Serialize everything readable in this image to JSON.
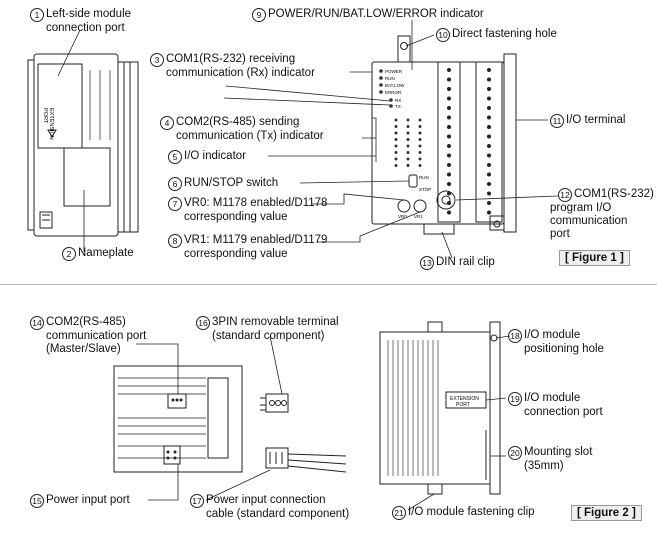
{
  "figure1": {
    "caption": "[ Figure 1 ]",
    "callouts": [
      {
        "num": "1",
        "lines": [
          "Left-side module",
          "connection port"
        ]
      },
      {
        "num": "2",
        "lines": [
          "Nameplate"
        ]
      },
      {
        "num": "3",
        "lines": [
          "COM1(RS-232) receiving",
          "communication (Rx) indicator"
        ]
      },
      {
        "num": "4",
        "lines": [
          "COM2(RS-485) sending",
          "communication (Tx) indicator"
        ]
      },
      {
        "num": "5",
        "lines": [
          "I/O indicator"
        ]
      },
      {
        "num": "6",
        "lines": [
          "RUN/STOP switch"
        ]
      },
      {
        "num": "7",
        "lines": [
          "VR0: M1178 enabled/D1178",
          "corresponding value"
        ]
      },
      {
        "num": "8",
        "lines": [
          "VR1: M1179 enabled/D1179",
          "corresponding value"
        ]
      },
      {
        "num": "9",
        "lines": [
          "POWER/RUN/BAT.LOW/ERROR indicator"
        ]
      },
      {
        "num": "10",
        "lines": [
          "Direct fastening hole"
        ]
      },
      {
        "num": "11",
        "lines": [
          "I/O terminal"
        ]
      },
      {
        "num": "12",
        "lines": [
          "COM1(RS-232)",
          "program I/O",
          "communication",
          "port"
        ]
      },
      {
        "num": "13",
        "lines": [
          "DIN rail clip"
        ]
      }
    ],
    "device_text": {
      "extension_port": [
        "EXTENSION",
        "PORT"
      ],
      "status_leds": [
        "POWER",
        "RUN",
        "BAT.LOW",
        "ERROR"
      ],
      "com_leds": [
        "RX",
        "TX"
      ],
      "pots": [
        "VR0",
        "VR1"
      ],
      "switch": [
        "RUN",
        "STOP"
      ]
    }
  },
  "figure2": {
    "caption": "[ Figure 2 ]",
    "callouts": [
      {
        "num": "14",
        "lines": [
          "COM2(RS-485)",
          "communication port",
          "(Master/Slave)"
        ]
      },
      {
        "num": "15",
        "lines": [
          "Power input port"
        ]
      },
      {
        "num": "16",
        "lines": [
          "3PIN removable terminal",
          "(standard component)"
        ]
      },
      {
        "num": "17",
        "lines": [
          "Power input connection",
          "cable (standard component)"
        ]
      },
      {
        "num": "18",
        "lines": [
          "I/O module",
          "positioning hole"
        ]
      },
      {
        "num": "19",
        "lines": [
          "I/O module",
          "connection port"
        ]
      },
      {
        "num": "20",
        "lines": [
          "Mounting slot",
          "(35mm)"
        ]
      },
      {
        "num": "21",
        "lines": [
          "I/O module fastening clip"
        ]
      }
    ],
    "device_text": {
      "extension_port": [
        "EXTENSION",
        "PORT"
      ]
    }
  }
}
